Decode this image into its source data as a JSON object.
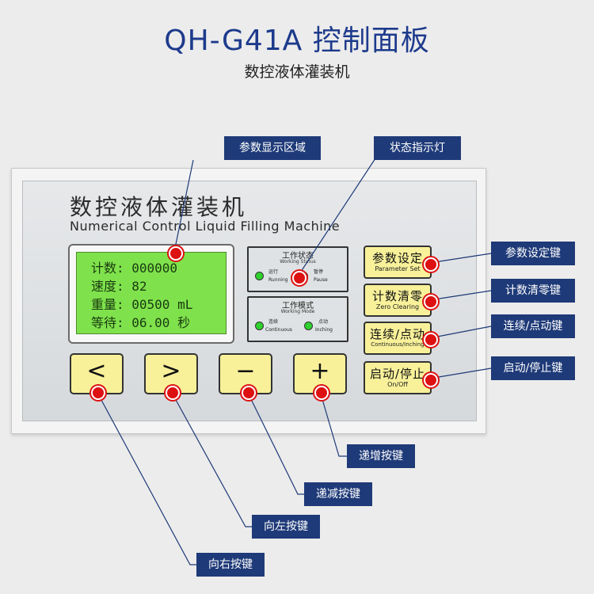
{
  "header": {
    "title": "QH-G41A 控制面板",
    "subtitle": "数控液体灌装机"
  },
  "device": {
    "brand_cn": "数控液体灌装机",
    "brand_en": "Numerical Control Liquid Filling Machine"
  },
  "lcd": {
    "rows": [
      "计数: 000000",
      "速度: 82",
      "重量: 00500 mL",
      "等待: 06.00 秒"
    ]
  },
  "status_panel": {
    "title": "工作状态",
    "title_en": "Working Status",
    "running_cn": "运行",
    "running_en": "Running",
    "pause_cn": "暂停",
    "pause_en": "Pause"
  },
  "mode_panel": {
    "title": "工作模式",
    "title_en": "Working Mode",
    "continuous_cn": "连续",
    "continuous_en": "Continuous",
    "inching_cn": "点动",
    "inching_en": "Inching"
  },
  "function_keys": [
    {
      "cn": "参数设定",
      "en": "Parameter Set"
    },
    {
      "cn": "计数清零",
      "en": "Zero Clearing"
    },
    {
      "cn": "连续/点动",
      "en": "Continuous/Inching"
    },
    {
      "cn": "启动/停止",
      "en": "On/Off"
    }
  ],
  "arrow_keys": {
    "left": "<",
    "right": ">",
    "minus": "−",
    "plus": "+"
  },
  "callouts": {
    "display_area": "参数显示区域",
    "status_light": "状态指示灯",
    "param_key": "参数设定键",
    "zero_key": "计数清零键",
    "mode_key": "连续/点动键",
    "onoff_key": "启动/停止键",
    "increment_key": "递增按键",
    "decrement_key": "递减按键",
    "left_key": "向左按键",
    "right_key": "向右按键"
  },
  "colors": {
    "callout_bg": "#1e3a78",
    "key_yellow": "#f8f19a",
    "lcd_green": "#7fe24c",
    "led_green": "#2fd12f",
    "marker_red": "#d11111",
    "title_blue": "#1d3a8c"
  }
}
